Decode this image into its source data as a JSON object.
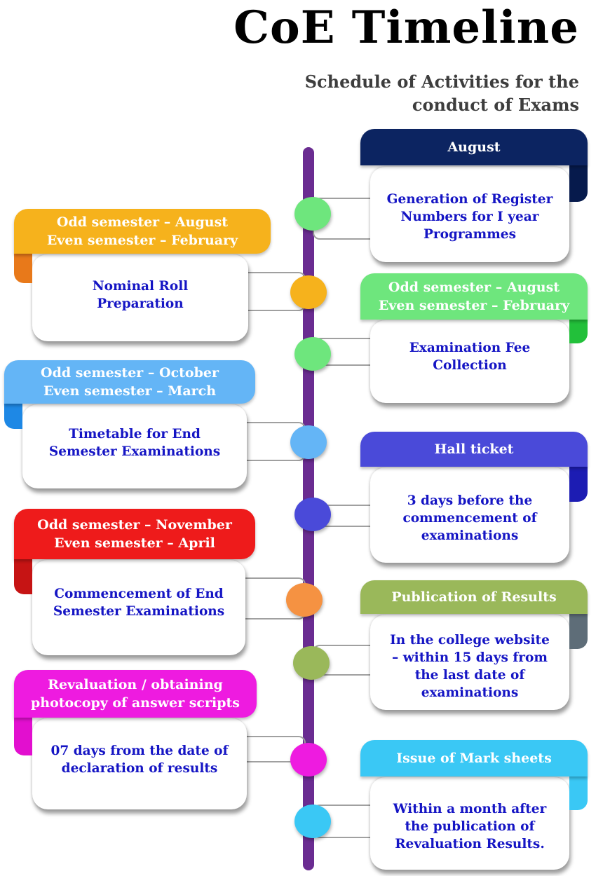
{
  "header": {
    "title": "CoE Timeline",
    "subtitle": "Schedule of Activities for the\nconduct of Exams"
  },
  "colors": {
    "axis": "#6a2c91",
    "august": "#0c2461",
    "nominal_roll": "#f6b21c",
    "fee_collection": "#6ee67d",
    "timetable": "#64b5f6",
    "hall_ticket": "#4a4ad9",
    "commencement": "#ee1b1b",
    "publication": "#9ab85a",
    "revaluation": "#ee1be0",
    "mark_sheets": "#3ac8f5"
  },
  "events": [
    {
      "side": "right",
      "period": "August",
      "activity": "Generation of Register\nNumbers for I year\nProgrammes"
    },
    {
      "side": "left",
      "period": "Odd semester – August\nEven semester – February",
      "activity": "Nominal Roll\nPreparation"
    },
    {
      "side": "right",
      "period": "Odd semester – August\nEven semester – February",
      "activity": "Examination Fee\nCollection"
    },
    {
      "side": "left",
      "period": "Odd semester – October\nEven semester – March",
      "activity": "Timetable for End\nSemester Examinations"
    },
    {
      "side": "right",
      "period": "Hall ticket",
      "activity": "3 days before the\ncommencement of\nexaminations"
    },
    {
      "side": "left",
      "period": "Odd semester – November\nEven semester – April",
      "activity": "Commencement of End\nSemester Examinations"
    },
    {
      "side": "right",
      "period": "Publication of Results",
      "activity": "In the college website\n– within 15 days from\nthe last date of\nexaminations"
    },
    {
      "side": "left",
      "period": "Revaluation / obtaining\nphotocopy of answer scripts",
      "activity": "07 days from the date of\ndeclaration of results"
    },
    {
      "side": "right",
      "period": "Issue of Mark sheets",
      "activity": "Within a month after\nthe publication of\nRevaluation Results."
    }
  ]
}
